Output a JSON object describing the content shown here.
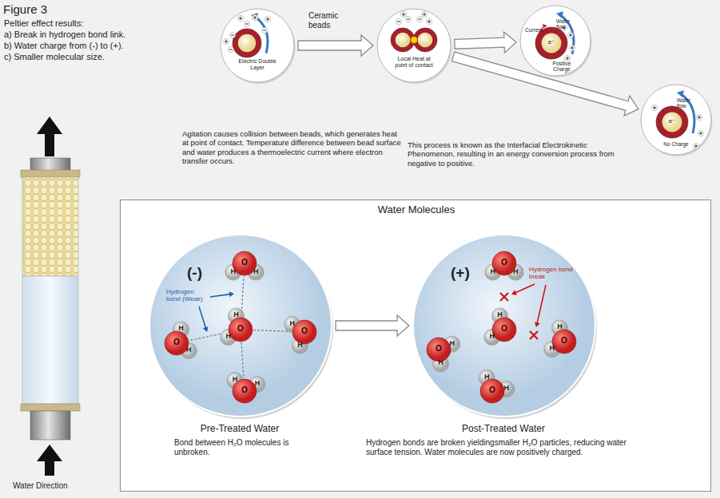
{
  "diagram": {
    "title": "Figure 3",
    "nodes": [
      {
        "text": [
          "Electric Double Layer"
        ]
      },
      {
        "text": [
          "Local Heat at point of contact"
        ]
      },
      {
        "text": [
          "Water flow",
          "Current",
          "e⁻",
          "Positive Charge"
        ]
      },
      {
        "text": [
          "Water flow",
          "e⁻",
          "No Charge"
        ]
      },
      {
        "text": [
          "Water Molecules"
        ]
      },
      {
        "text": [
          "(-)",
          "Hydrogen bond (Weak)"
        ],
        "in": 4
      },
      {
        "text": [
          "(+)",
          "Hydrogen bond break"
        ],
        "in": 4
      }
    ],
    "edges": [
      {
        "from": 0,
        "to": 1,
        "arrow": "to"
      },
      {
        "from": 1,
        "to": 2,
        "arrow": "to"
      },
      {
        "from": 1,
        "to": 3,
        "arrow": "to"
      },
      {
        "from": 5,
        "to": 6,
        "arrow": "to"
      }
    ],
    "labels": [
      "Peltier effect results:",
      "a) Break in hydrogen bond link.",
      "b) Water charge from (-) to (+).",
      "c) Smaller molecular size.",
      "Ceramic beads",
      "Agitation causes collision between beads, which generates heat at point of contact. Temperature difference between bead surface and water produces a thermoelectric current where electron transfer occurs.",
      "This process is known as the Interfacial Electrokinetic Phenomenon, resulting in an energy conversion process from negative to positive.",
      "Water Direction",
      "H",
      "H",
      "O",
      "H",
      "H",
      "O",
      "H",
      "H",
      "O",
      "H",
      "H",
      "O",
      "H",
      "H",
      "O",
      "H",
      "H",
      "O",
      "H",
      "H",
      "O",
      "H",
      "H",
      "O",
      "H",
      "H",
      "O",
      "H",
      "H",
      "O",
      "Pre-Treated Water",
      "Bond between H₂O molecules is unbroken.",
      "Post-Treated Water",
      "Hydrogen bonds are broken yieldingsmaller H₂O particles, reducing water surface tension. Water molecules are now positively charged."
    ]
  }
}
